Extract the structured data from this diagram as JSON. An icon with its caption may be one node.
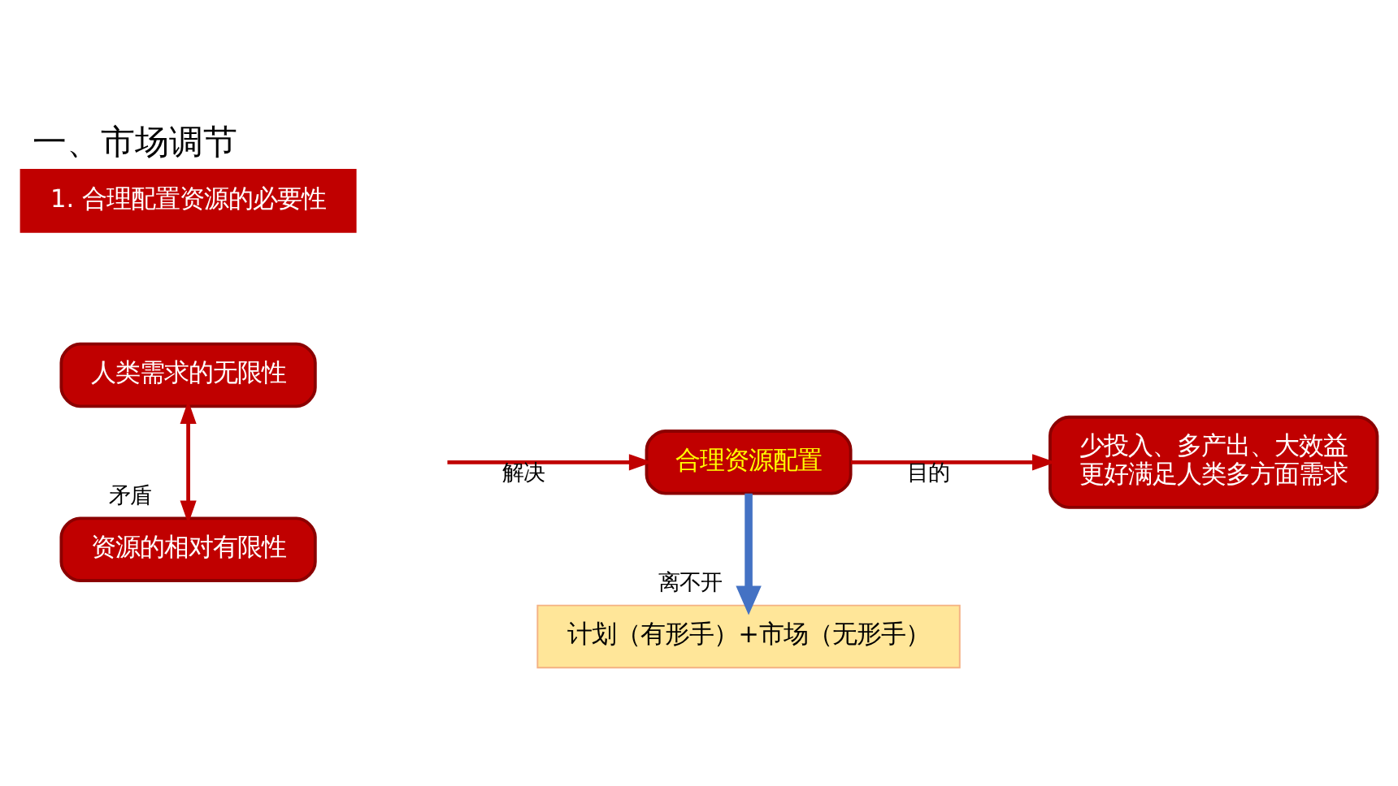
{
  "diagram": {
    "title": "一、市场调节",
    "nodes": [
      {
        "text": [
          "1. 合理配置资源的必要性"
        ]
      },
      {
        "text": [
          "人类需求的无限性"
        ]
      },
      {
        "text": [
          "资源的相对有限性"
        ]
      },
      {
        "text": [
          "合理资源配置"
        ]
      },
      {
        "text": [
          "计划（有形手）+市场（无形手）"
        ]
      },
      {
        "text": [
          "少投入、多产出、大效益",
          "更好满足人类多方面需求"
        ]
      }
    ],
    "edges": [
      {
        "from": 1,
        "to": 2,
        "arrow": "both",
        "label": "矛盾"
      },
      {
        "from": null,
        "to": 3,
        "arrow": "to",
        "label": "解决"
      },
      {
        "from": 3,
        "to": 4,
        "arrow": "to",
        "label": "离不开",
        "style": "thick",
        "color": "#4472c4"
      },
      {
        "from": 3,
        "to": 5,
        "arrow": "to",
        "label": "目的"
      }
    ]
  }
}
